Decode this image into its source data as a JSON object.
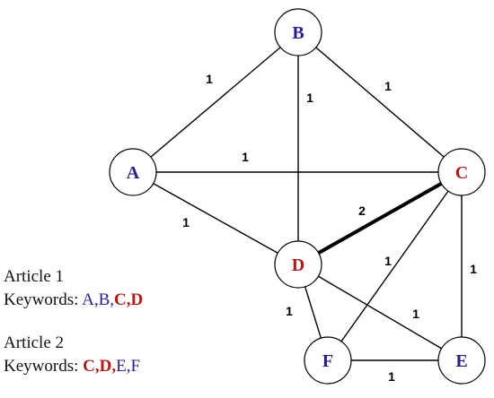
{
  "colors": {
    "node_blue": "#2a1f8a",
    "node_red": "#b01a1a",
    "edge": "#000000"
  },
  "nodes": [
    {
      "id": "A",
      "label": "A",
      "color": "blue"
    },
    {
      "id": "B",
      "label": "B",
      "color": "blue"
    },
    {
      "id": "C",
      "label": "C",
      "color": "red"
    },
    {
      "id": "D",
      "label": "D",
      "color": "red"
    },
    {
      "id": "E",
      "label": "E",
      "color": "blue"
    },
    {
      "id": "F",
      "label": "F",
      "color": "blue"
    }
  ],
  "edges": [
    {
      "id": "A-B",
      "source": "A",
      "target": "B",
      "weight": "1"
    },
    {
      "id": "B-C",
      "source": "B",
      "target": "C",
      "weight": "1"
    },
    {
      "id": "B-D",
      "source": "B",
      "target": "D",
      "weight": "1"
    },
    {
      "id": "A-C",
      "source": "A",
      "target": "C",
      "weight": "1"
    },
    {
      "id": "A-D",
      "source": "A",
      "target": "D",
      "weight": "1"
    },
    {
      "id": "D-C",
      "source": "D",
      "target": "C",
      "weight": "2",
      "emphasis": true
    },
    {
      "id": "C-F",
      "source": "C",
      "target": "F",
      "weight": "1"
    },
    {
      "id": "C-E",
      "source": "C",
      "target": "E",
      "weight": "1"
    },
    {
      "id": "D-E",
      "source": "D",
      "target": "E",
      "weight": "1"
    },
    {
      "id": "D-F",
      "source": "D",
      "target": "F",
      "weight": "1"
    },
    {
      "id": "F-E",
      "source": "F",
      "target": "E",
      "weight": "1"
    }
  ],
  "articles": [
    {
      "title": "Article 1",
      "keywords_label": "Keywords:",
      "keywords": [
        {
          "text": "A,",
          "color": "blue",
          "bold": false
        },
        {
          "text": "B,",
          "color": "blue",
          "bold": false
        },
        {
          "text": "C,",
          "color": "red",
          "bold": true
        },
        {
          "text": "D",
          "color": "red",
          "bold": true
        }
      ]
    },
    {
      "title": "Article 2",
      "keywords_label": "Keywords:",
      "keywords": [
        {
          "text": "C,",
          "color": "red",
          "bold": true
        },
        {
          "text": "D,",
          "color": "red",
          "bold": true
        },
        {
          "text": "E,",
          "color": "blue",
          "bold": false
        },
        {
          "text": "F",
          "color": "blue",
          "bold": false
        }
      ]
    }
  ]
}
